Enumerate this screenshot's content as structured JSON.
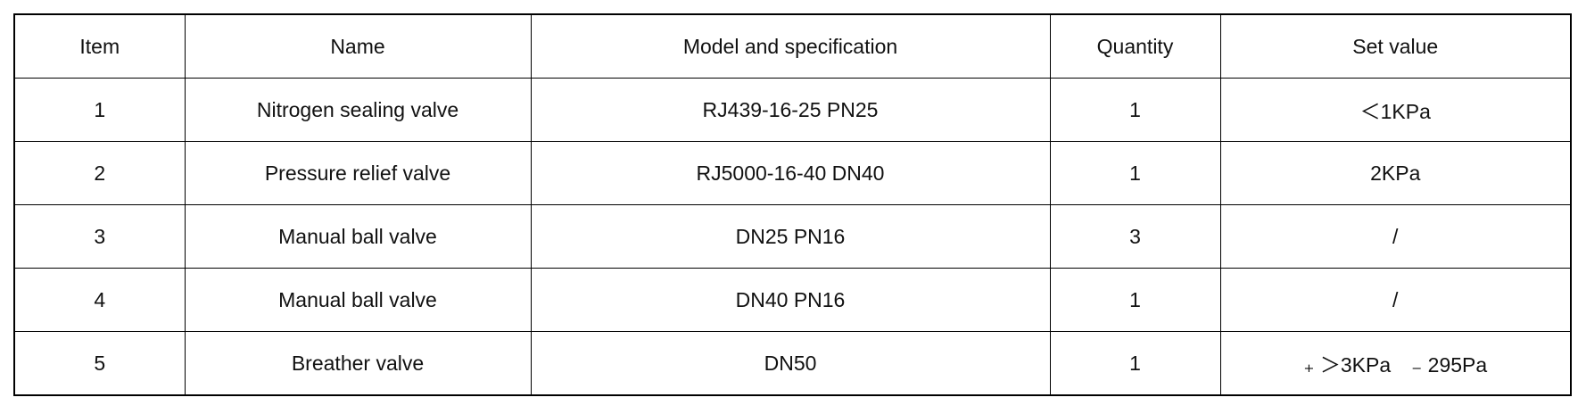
{
  "table": {
    "headers": [
      "Item",
      "Name",
      "Model and specification",
      "Quantity",
      "Set value"
    ],
    "rows": [
      [
        "1",
        "Nitrogen sealing valve",
        "RJ439-16-25 PN25",
        "1",
        "＜1KPa"
      ],
      [
        "2",
        "Pressure relief valve",
        "RJ5000-16-40 DN40",
        "1",
        "2KPa"
      ],
      [
        "3",
        "Manual ball valve",
        "DN25 PN16",
        "3",
        "/"
      ],
      [
        "4",
        "Manual ball valve",
        "DN40 PN16",
        "1",
        "/"
      ],
      [
        "5",
        "Breather valve",
        "DN50",
        "1",
        "₊ ＞3KPa　₋ 295Pa"
      ]
    ]
  }
}
